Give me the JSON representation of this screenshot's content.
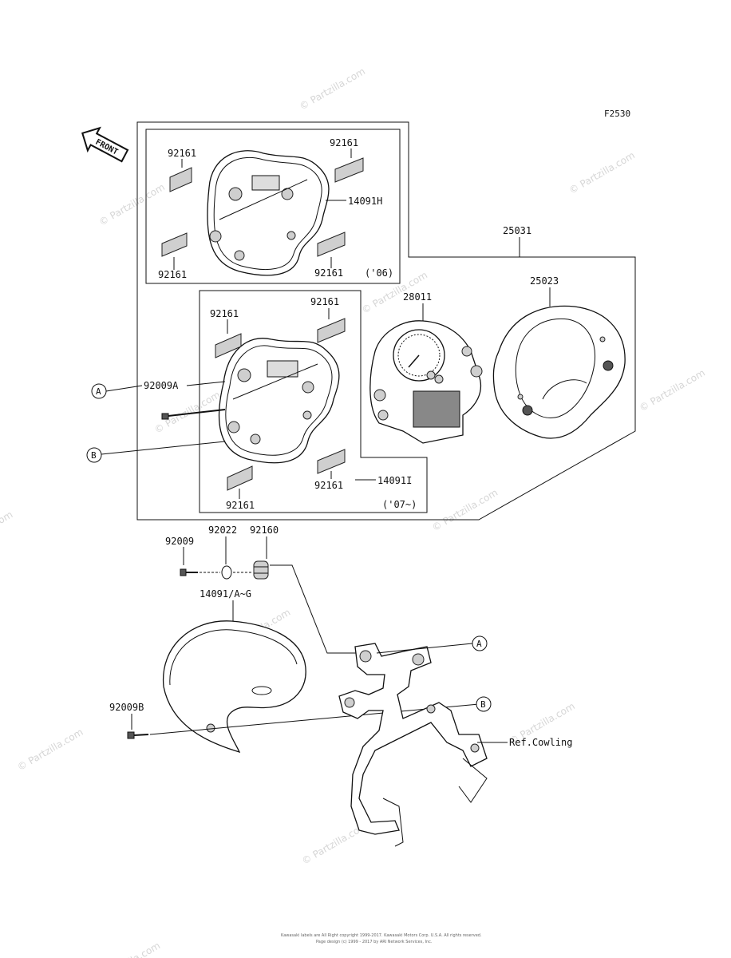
{
  "figure_code": "F2530",
  "front_arrow_label": "FRONT",
  "callouts": {
    "A": "A",
    "B": "B"
  },
  "labels": {
    "p92161_a": "92161",
    "p92161_b": "92161",
    "p92161_c": "92161",
    "p92161_d": "92161",
    "p14091H": "14091H",
    "note_06": "('06)",
    "p25031": "25031",
    "p25023": "25023",
    "p28011": "28011",
    "p92161_e": "92161",
    "p92161_f": "92161",
    "p92161_g": "92161",
    "p92161_h": "92161",
    "p92009A": "92009A",
    "p14091I": "14091I",
    "note_07": "('07~)",
    "p92009": "92009",
    "p92022": "92022",
    "p92160": "92160",
    "p14091AG": "14091/A~G",
    "p92009B": "92009B",
    "ref_cowling": "Ref.Cowling"
  },
  "watermark": "© Partzilla.com",
  "footer": {
    "line1": "Kawasaki labels are All Right copyright 1999-2017. Kawasaki Motors Corp. U.S.A. All rights reserved.",
    "line2": "Page design (c) 1999 - 2017 by ARI Network Services, Inc."
  }
}
